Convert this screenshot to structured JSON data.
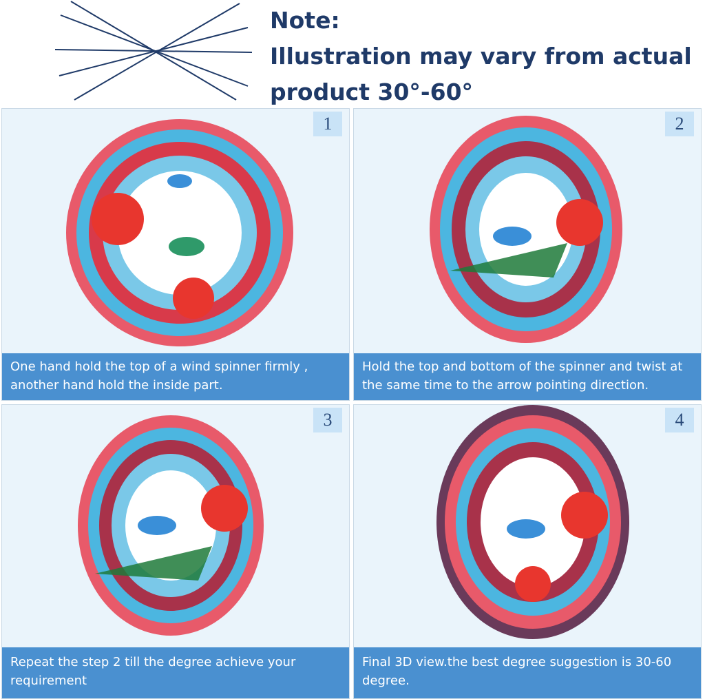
{
  "note": {
    "line1": "Note:",
    "line2": "Illustration may vary from actual",
    "line3": "product 30°-60°"
  },
  "colors": {
    "heading": "#1f3a68",
    "caption_bg": "#4a90d0",
    "badge_bg": "#c9e3f7",
    "panel_bg": "#eaf4fb"
  },
  "steps": [
    {
      "number": "1",
      "caption": "One hand hold the top of a wind spinner firmly , another hand hold the inside part."
    },
    {
      "number": "2",
      "caption": "Hold the top and bottom of the spinner and twist at the same time to the arrow pointing direction."
    },
    {
      "number": "3",
      "caption": "Repeat the step 2 till the degree achieve your requirement"
    },
    {
      "number": "4",
      "caption": "Final 3D view.the best degree suggestion is 30-60 degree."
    }
  ]
}
